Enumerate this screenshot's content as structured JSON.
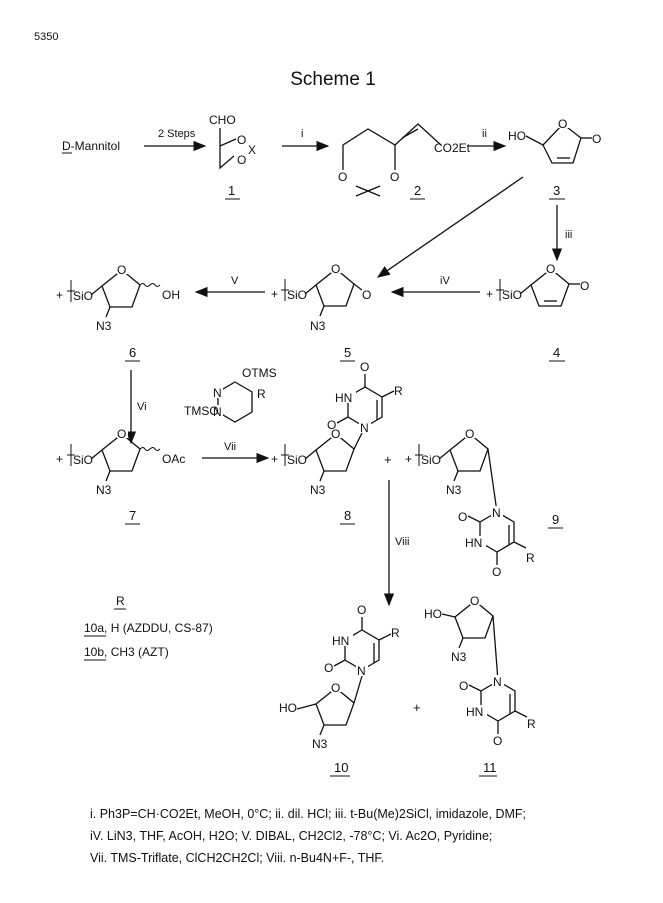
{
  "page_number": "5350",
  "scheme_title": "Scheme 1",
  "start_material": "D-Mannitol",
  "two_steps": "2 Steps",
  "compound_numbers": {
    "c1": "1",
    "c2": "2",
    "c3": "3",
    "c4": "4",
    "c5": "5",
    "c6": "6",
    "c7": "7",
    "c8": "8",
    "c9": "9",
    "c10": "10",
    "c11": "11"
  },
  "step_labels": {
    "i": "i",
    "ii": "ii",
    "iii": "iii",
    "iv": "iV",
    "v": "V",
    "vi": "Vi",
    "vii": "Vii",
    "viii": "Viii"
  },
  "groups": {
    "cho": "CHO",
    "co2et": "CO2Et",
    "ho": "HO",
    "o": "O",
    "x": "X",
    "sio": "SiO",
    "plus": "+",
    "oh": "OH",
    "n3": "N3",
    "oac": "OAc",
    "otms": "OTMS",
    "tmso": "TMSO",
    "n": "N",
    "r": "R",
    "hn": "HN"
  },
  "r_table": {
    "header": "R",
    "row1": "10a, H (AZDDU, CS-87)",
    "row2": "10b, CH3 (AZT)"
  },
  "footnote": [
    "i. Ph3P=CH·CO2Et, MeOH, 0°C; ii. dil. HCl; iii. t-Bu(Me)2SiCl, imidazole, DMF;",
    "iV. LiN3, THF, AcOH, H2O; V. DIBAL, CH2Cl2, -78°C; Vi. Ac2O, Pyridine;",
    "Vii. TMS-Triflate, ClCH2CH2Cl; Viii. n-Bu4N+F-, THF."
  ]
}
